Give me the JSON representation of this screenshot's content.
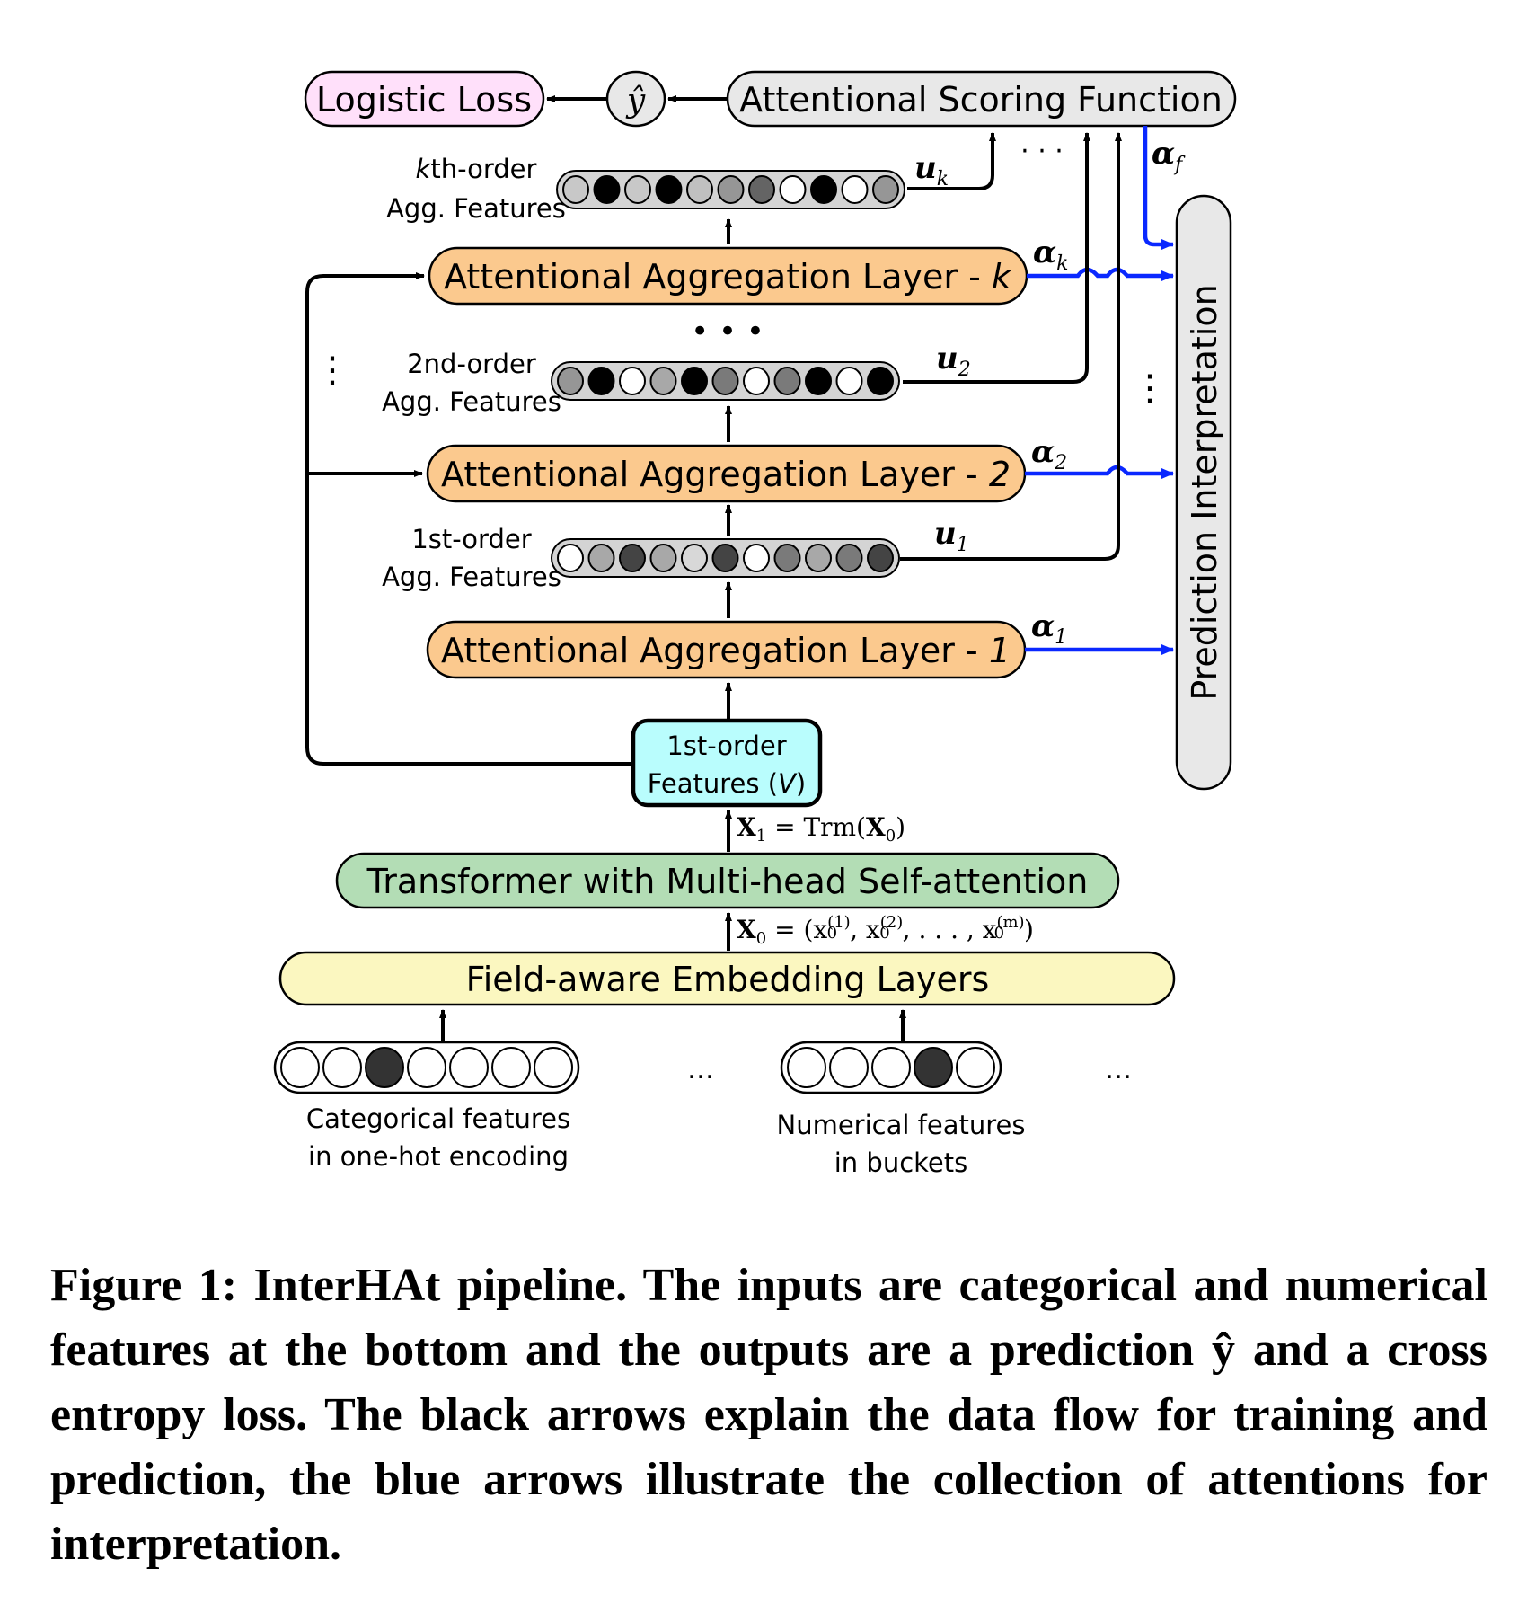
{
  "figure": {
    "top": {
      "loss_label": "Logistic Loss",
      "yhat_label": "ŷ",
      "scoring_label": "Attentional Scoring Function",
      "alpha_f_label": "α",
      "alpha_f_sub": "f"
    },
    "kth": {
      "label_line1": "kth-order",
      "label_line1_italic": "k",
      "label_line1_rest": "th-order",
      "label_line2": "Agg. Features",
      "u_label": "u",
      "u_sub": "k",
      "circles": [
        "#c8c8c8",
        "#000000",
        "#c8c8c8",
        "#000000",
        "#c0c0c0",
        "#969696",
        "#646464",
        "#ffffff",
        "#000000",
        "#ffffff",
        "#969696"
      ]
    },
    "layer_k": {
      "label": "Attentional Aggregation Layer - ",
      "index": "k",
      "alpha_label": "α",
      "alpha_sub": "k"
    },
    "dots_mid": "• • •",
    "second": {
      "label_line1": "2nd-order",
      "label_line2": "Agg. Features",
      "u_label": "u",
      "u_sub": "2",
      "circles": [
        "#969696",
        "#000000",
        "#ffffff",
        "#a8a8a8",
        "#000000",
        "#7a7a7a",
        "#ffffff",
        "#7a7a7a",
        "#000000",
        "#ffffff",
        "#000000"
      ]
    },
    "layer_2": {
      "label": "Attentional Aggregation Layer - ",
      "index": "2",
      "alpha_label": "α",
      "alpha_sub": "2"
    },
    "first": {
      "label_line1": "1st-order",
      "label_line2": "Agg. Features",
      "u_label": "u",
      "u_sub": "1",
      "circles": [
        "#ffffff",
        "#a8a8a8",
        "#444444",
        "#a8a8a8",
        "#d8d8d8",
        "#444444",
        "#ffffff",
        "#7a7a7a",
        "#a8a8a8",
        "#7a7a7a",
        "#444444"
      ]
    },
    "layer_1": {
      "label": "Attentional Aggregation Layer - ",
      "index": "1",
      "alpha_label": "α",
      "alpha_sub": "1"
    },
    "first_order_features": {
      "line1": "1st-order",
      "line2": "Features (",
      "line2_var": "V",
      "line2_end": ")"
    },
    "x1_eq": {
      "lhs": "X",
      "lhs_sub": "1",
      "rhs": " = Trm(",
      "rhs_var": "X",
      "rhs_sub": "0",
      "rhs_end": ")"
    },
    "transformer_label": "Transformer with Multi-head Self-attention",
    "x0_eq": {
      "lhs": "X",
      "lhs_sub": "0",
      "rhs": " = (x",
      "sup1": "(1)",
      "mid": ", x",
      "sup2": "(2)",
      "ellipsis": ", . . . , x",
      "supm": "(m)",
      "end": ")",
      "sub0": "0"
    },
    "embedding_label": "Field-aware Embedding Layers",
    "categorical": {
      "circles": [
        "#ffffff",
        "#ffffff",
        "#333333",
        "#ffffff",
        "#ffffff",
        "#ffffff",
        "#ffffff"
      ],
      "label_line1": "Categorical features",
      "label_line2": "in one-hot encoding"
    },
    "numerical": {
      "circles": [
        "#ffffff",
        "#ffffff",
        "#ffffff",
        "#333333",
        "#ffffff"
      ],
      "label_line1": "Numerical features",
      "label_line2": "in buckets"
    },
    "ellipsis_inputs": "…",
    "interpretation_label": "Prediction Interpretation",
    "vertical_dots": "⋮",
    "colors": {
      "loss_fill": "#ffe0fa",
      "gray_fill": "#e8e8e8",
      "agg_bar_fill": "#d4d4d4",
      "layer_fill": "#fbc98e",
      "features_fill": "#b9fdfd",
      "transformer_fill": "#b3ddb5",
      "embedding_fill": "#fbf7c0",
      "blue_arrow": "#0a28ff"
    }
  },
  "caption": {
    "text": "Figure 1: InterHAt pipeline. The inputs are categorical and numerical features at the bottom and the outputs are a prediction ŷ and a cross entropy loss. The black arrows explain the data flow for training and prediction, the blue arrows illustrate the collection of attentions for interpretation."
  }
}
